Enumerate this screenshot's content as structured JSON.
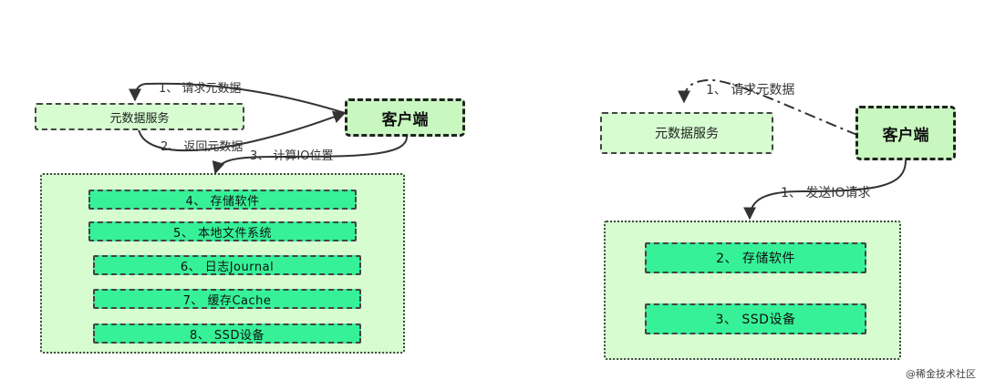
{
  "left": {
    "meta_service": "元数据服务",
    "client": "客户端",
    "edge_request_meta": "1、 请求元数据",
    "edge_return_meta": "2、 返回元数据",
    "edge_compute_io": "3、 计算IO位置",
    "layers": [
      "4、 存储软件",
      "5、 本地文件系统",
      "6、 日志Journal",
      "7、 缓存Cache",
      "8、 SSD设备"
    ]
  },
  "right": {
    "meta_service": "元数据服务",
    "client": "客户端",
    "edge_request_meta": "1、 请求元数据",
    "edge_send_io": "1、 发送IO请求",
    "layers": [
      "2、 存储软件",
      "3、 SSD设备"
    ]
  },
  "watermark": "@稀金技术社区",
  "colors": {
    "container_fill": "#d6fcd0",
    "layer_fill": "#36f197",
    "stroke": "#333333"
  }
}
